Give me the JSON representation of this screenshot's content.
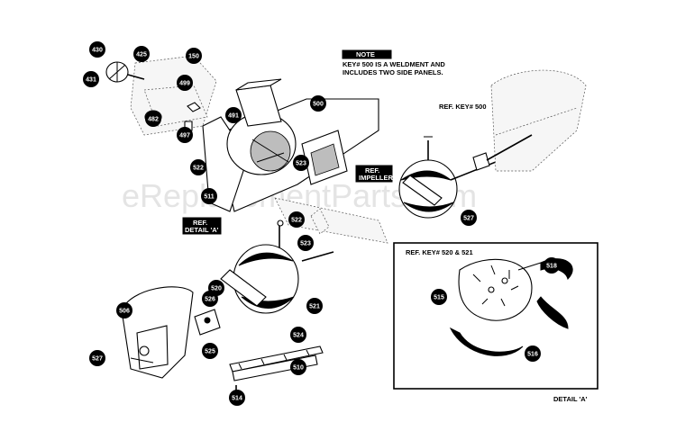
{
  "watermark": "eReplacementParts.com",
  "note": {
    "title": "NOTE",
    "line1": "KEY# 500 IS A WELDMENT AND",
    "line2": "INCLUDES TWO SIDE PANELS."
  },
  "references": {
    "ref_key_500": "REF. KEY# 500",
    "ref_impeller_1": "REF.",
    "ref_impeller_2": "IMPELLER",
    "ref_detail_1": "REF.",
    "ref_detail_2": "DETAIL 'A'",
    "ref_key_520_521": "REF. KEY# 520 & 521",
    "detail_caption": "DETAIL 'A'"
  },
  "key_numbers": [
    "430",
    "425",
    "150",
    "431",
    "499",
    "491",
    "482",
    "497",
    "522",
    "500",
    "523",
    "511",
    "527",
    "522",
    "523",
    "520",
    "506",
    "521",
    "526",
    "525",
    "524",
    "527",
    "510",
    "514",
    "515",
    "516",
    "518"
  ]
}
